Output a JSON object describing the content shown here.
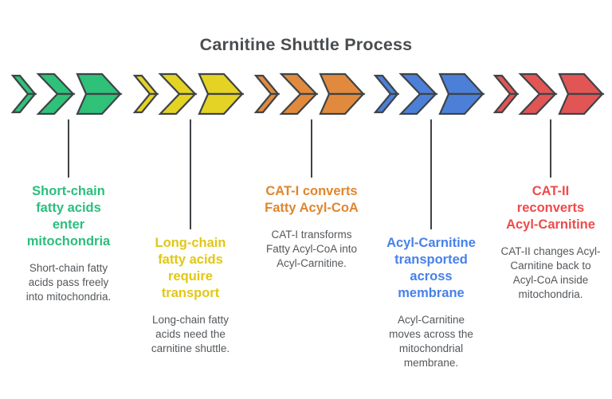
{
  "heading": {
    "text": "Carnitine Shuttle Process",
    "color": "#4A4D50"
  },
  "colors": {
    "background": "#FFFFFF",
    "outline": "#3E4347",
    "description_text": "#54585C"
  },
  "arrow_icon": "triple-chevron-right",
  "steps": [
    {
      "title": "Short-chain\nfatty acids\nenter\nmitochondria",
      "description": "Short-chain fatty\nacids pass freely\ninto mitochondria.",
      "arrow_color": "#2FC178",
      "title_color": "#2BBE7D"
    },
    {
      "title": "Long-chain\nfatty acids\nrequire\ntransport",
      "description": "Long-chain fatty\nacids need the\ncarnitine shuttle.",
      "arrow_color": "#E4D324",
      "title_color": "#E2C714"
    },
    {
      "title": "CAT-I converts\nFatty Acyl-CoA",
      "description": "CAT-I transforms\nFatty Acyl-CoA into\nAcyl-Carnitine.",
      "arrow_color": "#E18A3D",
      "title_color": "#E0862F"
    },
    {
      "title": "Acyl-Carnitine\ntransported\nacross\nmembrane",
      "description": "Acyl-Carnitine\nmoves across the\nmitochondrial\nmembrane.",
      "arrow_color": "#4C80D8",
      "title_color": "#4781EA"
    },
    {
      "title": "CAT-II\nreconverts\nAcyl-Carnitine",
      "description": "CAT-II changes Acyl-\nCarnitine back to\nAcyl-CoA inside\nmitochondria.",
      "arrow_color": "#E25555",
      "title_color": "#EE4B4B"
    }
  ]
}
